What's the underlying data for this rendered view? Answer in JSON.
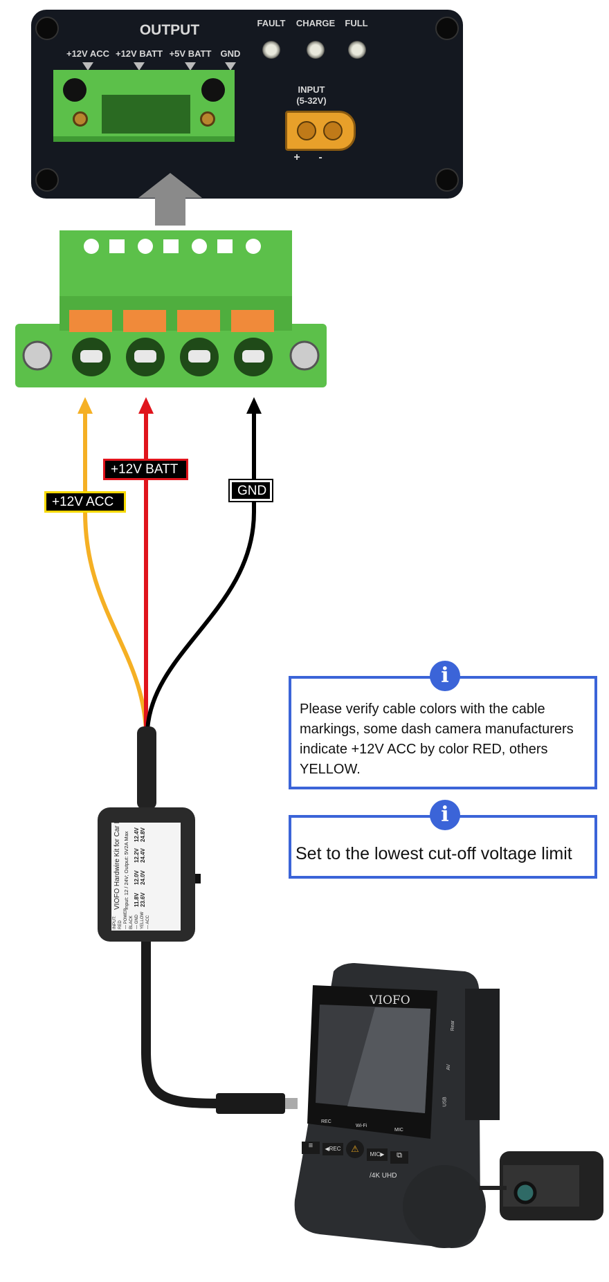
{
  "panel": {
    "output_title": "OUTPUT",
    "output_terminals": [
      "+12V ACC",
      "+12V BATT",
      "+5V BATT",
      "GND"
    ],
    "leds": [
      "FAULT",
      "CHARGE",
      "FULL"
    ],
    "input_label": "INPUT",
    "input_range": "(5-32V)",
    "plus": "+",
    "minus": "-"
  },
  "wires": {
    "acc": {
      "label": "+12V ACC",
      "color": "#f5b024"
    },
    "batt": {
      "label": "+12V BATT",
      "color": "#e0141c"
    },
    "gnd": {
      "label": "GND",
      "color": "#000000"
    }
  },
  "info_boxes": [
    {
      "icon": "info-icon",
      "text": "Please verify cable colors with the cable markings, some dash camera manufacturers indicate +12V ACC by color RED, others YELLOW."
    },
    {
      "icon": "info-icon",
      "text": "Set to the lowest cut-off voltage limit"
    }
  ],
  "hardwire_kit": {
    "title": "VIOFO Hardwire Kit for Car Dash Camera",
    "spec": "Input: 12 / 24V; Output: 5V2A Max",
    "voltages": [
      [
        "11.8V",
        "23.6V"
      ],
      [
        "12.0V",
        "24.0V"
      ],
      [
        "12.2V",
        "24.4V"
      ],
      [
        "12.4V",
        "24.8V"
      ]
    ],
    "legend": [
      "INPUT:",
      "RED",
      "— POWER",
      "BLACK",
      "— GND",
      "YELLOW",
      "— ACC"
    ]
  },
  "camera": {
    "brand": "VIOFO",
    "screen_labels": [
      "REC",
      "Wi-Fi",
      "MIC"
    ],
    "buttons": [
      "≡",
      "◀REC",
      "⚠",
      "MIC▶",
      "⧉"
    ],
    "model_badge": "/4K UHD",
    "ports": [
      "Rear",
      "AV",
      "USB"
    ]
  },
  "colors": {
    "info_blue": "#3b64d8",
    "connector_green": "#5cc04a",
    "lever_orange": "#f08a3a"
  }
}
